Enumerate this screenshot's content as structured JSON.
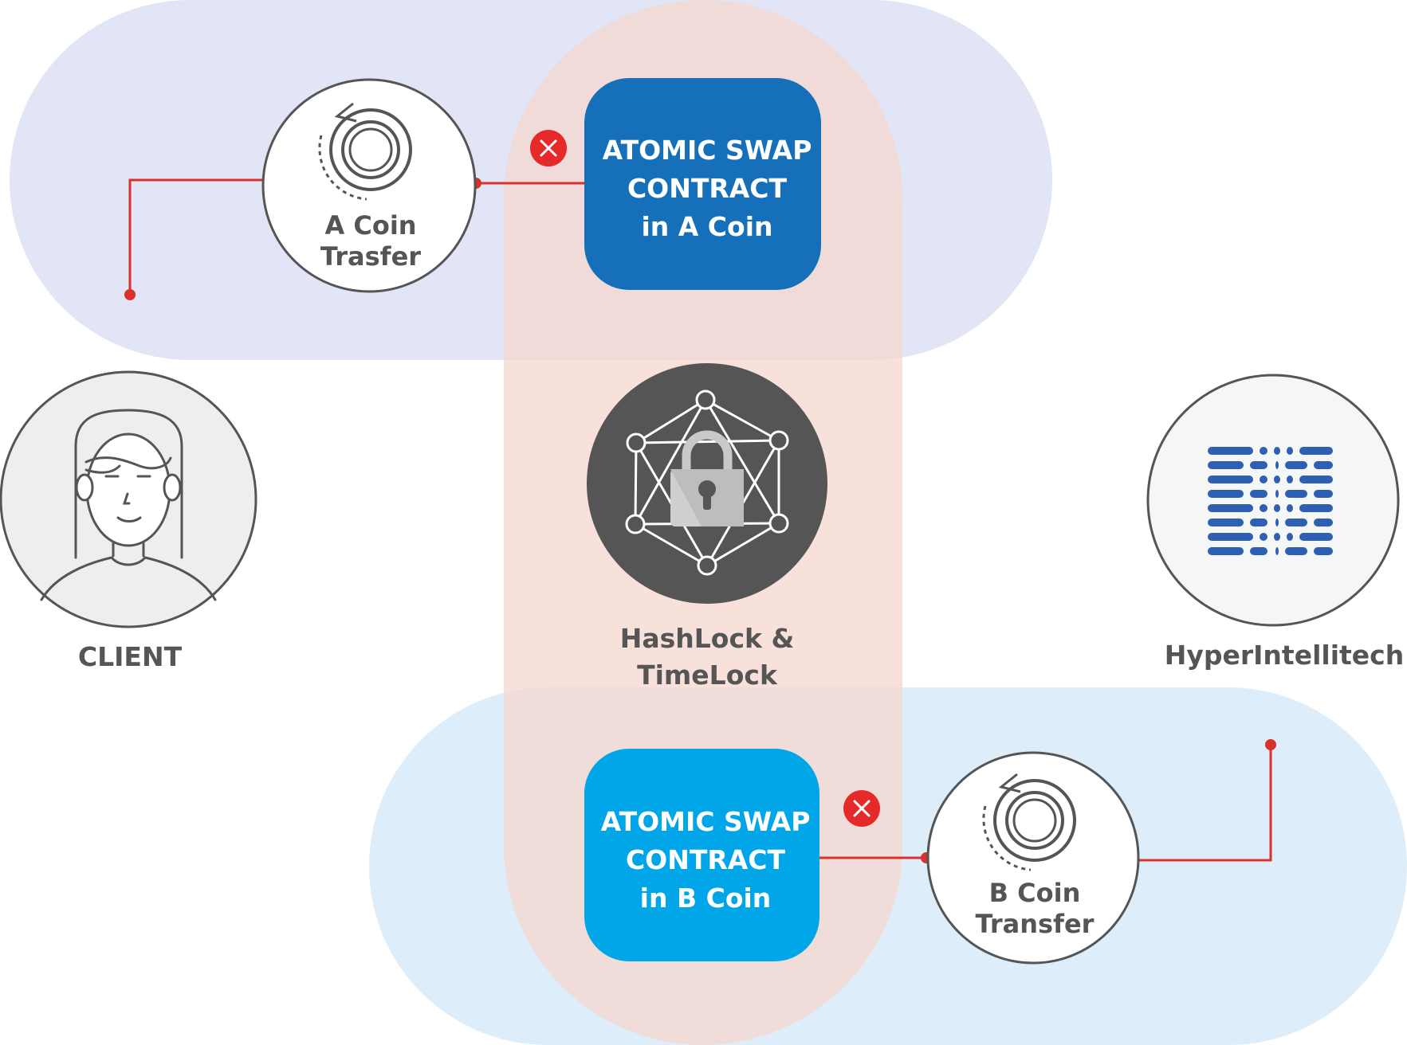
{
  "colors": {
    "band_a": "#e1e5f5",
    "band_b": "#ddeefa",
    "center_column": "#f5d9cf",
    "contract_a": "#1670b9",
    "contract_b": "#00a6e8",
    "connector": "#d9312b",
    "cancel": "#e52a2a",
    "lock_circle": "#555555",
    "label_text": "#555555",
    "node_border": "#555555"
  },
  "contract_a": {
    "lines": [
      "ATOMIC SWAP",
      "CONTRACT",
      "in A Coin"
    ]
  },
  "contract_b": {
    "lines": [
      "ATOMIC SWAP",
      "CONTRACT",
      "in B Coin"
    ]
  },
  "transfer_a": {
    "lines": [
      "A Coin",
      "Trasfer"
    ],
    "icon": "coin-transfer-icon"
  },
  "transfer_b": {
    "lines": [
      "B Coin",
      "Transfer"
    ],
    "icon": "coin-transfer-icon"
  },
  "lock": {
    "lines": [
      "HashLock &",
      "TimeLock"
    ],
    "icon": "network-lock-icon"
  },
  "client": {
    "label": "CLIENT",
    "icon": "person-avatar-icon"
  },
  "provider": {
    "label": "HyperIntellitech",
    "icon": "hyperintellitech-logo-icon"
  },
  "cancel_icon": "close-icon"
}
